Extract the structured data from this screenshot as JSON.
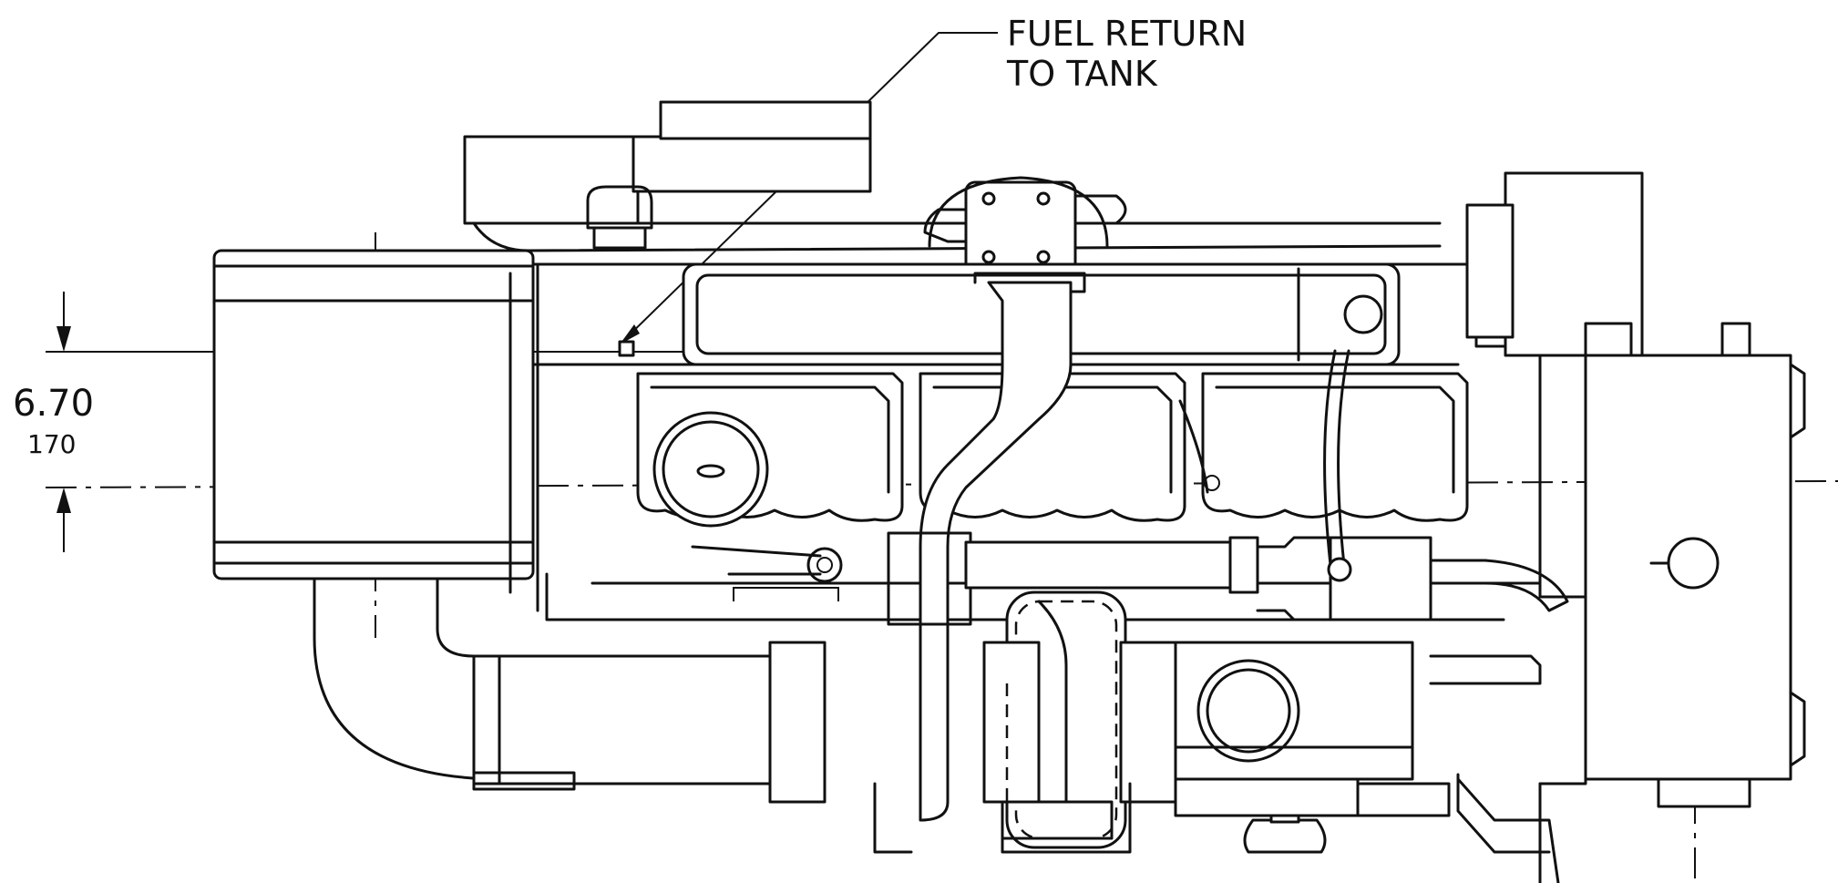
{
  "callout": {
    "line1": "FUEL RETURN",
    "line2": "TO TANK"
  },
  "dimension": {
    "value_in": "6.70",
    "value_mm": "170"
  }
}
